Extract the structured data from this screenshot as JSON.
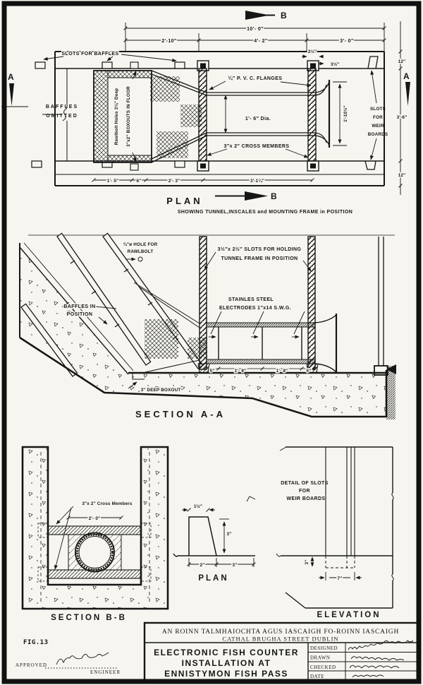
{
  "colors": {
    "paper": "#f6f5ef",
    "ink": "#161616"
  },
  "plan": {
    "title": "PLAN",
    "subtitle": "SHOWING TUNNEL,INSCALES and MOUNTING FRAME in POSITION",
    "marker_a": "A",
    "marker_b": "B",
    "dims": {
      "overall": "10'- 0″",
      "d1": "2'-10″",
      "d2": "4'- 2″",
      "d3": "3'- 0″",
      "wall_top": "12″",
      "wall_bot": "12″",
      "channel": "3'-6″",
      "slot_w": "2½″",
      "slot_o": "3½″",
      "b1": "1'- 5″",
      "b2": "6″",
      "b3": "2'- 3″",
      "b4": "3'-1¼″",
      "dia": "1'- 6″ Dia.",
      "mouth": "1'-10½″"
    },
    "labels": {
      "slots_baffles": "SLOTS FOR BAFFLES",
      "baffles_omitted": [
        "BAFFLES",
        "OMITTED"
      ],
      "rawlbolt": "Rawlbolt Holes 3⅛″ Deep",
      "boxouts": "3″x2″ BOXOUTS IN FLOOR",
      "pvc": "¼″ P. V. C. FLANGES",
      "cross": "3″x 2″ CROSS MEMBERS",
      "weir": [
        "SLOTS",
        "FOR",
        "WEIR",
        "BOARDS"
      ]
    }
  },
  "section_aa": {
    "title": "SECTION A-A",
    "labels": {
      "hole1": "¾″ø HOLE FOR",
      "hole2": "RAWLBOLT",
      "slots1": "3½″x 2½″ SLOTS FOR HOLDING",
      "slots2": "TUNNEL FRAME IN POSITION",
      "baffles": [
        "BAFFLES IN",
        "POSITION"
      ],
      "elec1": "STAINLES STEEL",
      "elec2": "ELECTRODES 1″x14 S.W.G.",
      "boxout": "3″ DEEP BOXOUT"
    },
    "dims": {
      "e1": "5″",
      "e2": "1'- 8″",
      "e3": "1'- 8″",
      "e4": "5″"
    }
  },
  "section_bb": {
    "title": "SECTION B-B",
    "label_cross": "3″x 2″ Cross Members",
    "dim_width": "2'- 0″"
  },
  "plan_detail": {
    "title": "PLAN",
    "label": [
      "DETAIL OF SLOTS",
      "FOR",
      "WEIR BOARDS"
    ],
    "dims": {
      "top": "1½″",
      "depth": "3″",
      "w1": "2″",
      "w2": "3″"
    }
  },
  "elevation": {
    "title": "ELEVATION",
    "dims": {
      "d3": "3″",
      "d7": "7″"
    }
  },
  "title_block": {
    "org_line1": "AN ROINN TALMHAIOCHTA AGUS IASCAIGH FO-ROINN IASCAIGH",
    "org_line2": "CATHAL BRUGHA STREET DUBLIN",
    "title_lines": [
      "ELECTRONIC FISH COUNTER",
      "INSTALLATION AT",
      "ENNISTYMON FISH PASS"
    ],
    "rows": [
      "DESIGNED",
      "DRAWN",
      "CHECKED",
      "DATE"
    ]
  },
  "fig": {
    "number": "FIG.13",
    "approved": "APPROVED",
    "engineer": "ENGINEER"
  }
}
